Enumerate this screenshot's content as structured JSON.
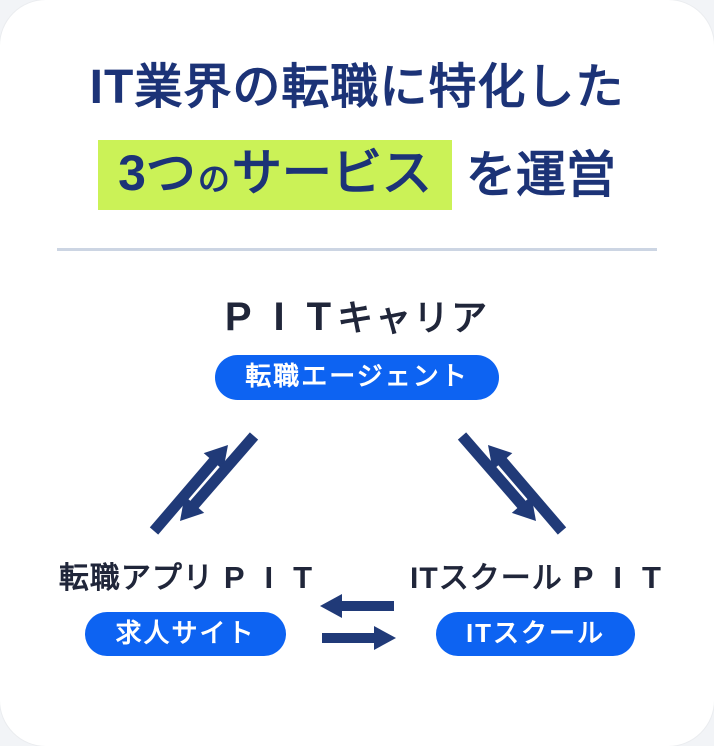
{
  "title": {
    "line1": "IT業界の転職に特化した",
    "line2": {
      "highlight_num": "3つ",
      "highlight_particle": "の",
      "highlight_rest": "サービス",
      "suffix": "を運営"
    }
  },
  "diagram": {
    "top": {
      "brand": "PIT",
      "brand_suffix": "キャリア",
      "badge": "転職エージェント"
    },
    "bottom_left": {
      "prefix": "転職アプリ",
      "brand": "PIT",
      "badge": "求人サイト"
    },
    "bottom_right": {
      "prefix": "ITスクール",
      "brand": "PIT",
      "badge": "ITスクール"
    }
  },
  "icons": {
    "left_arrows": "double-diagonal-arrow-icon",
    "right_arrows": "double-diagonal-arrow-icon",
    "center_arrows": "double-horizontal-arrow-icon"
  },
  "colors": {
    "title_navy": "#1c3377",
    "highlight_green": "#cbf257",
    "brand_dark": "#20263a",
    "badge_blue": "#0d63f2",
    "arrow_navy": "#203a78",
    "divider_gray": "#ccd5e3",
    "card_white": "#ffffff"
  }
}
